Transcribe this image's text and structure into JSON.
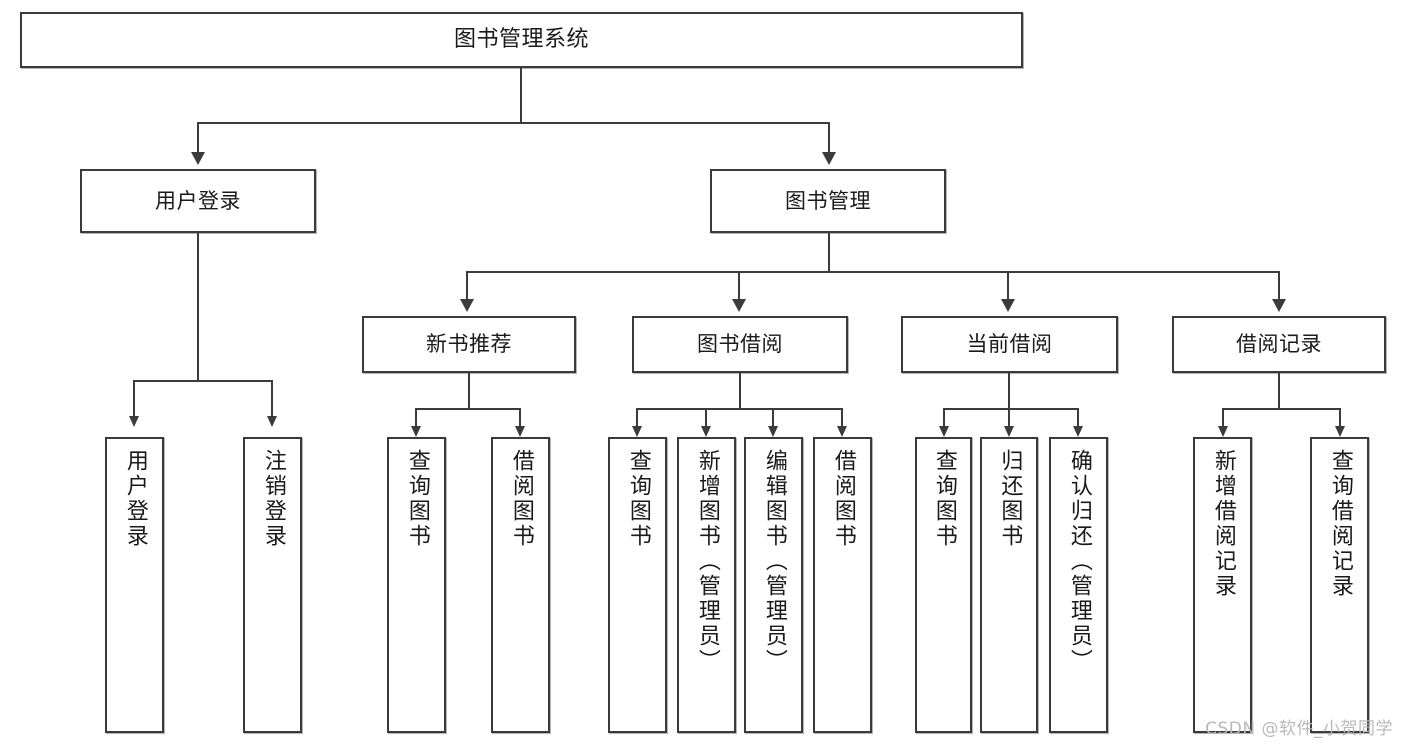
{
  "diagram": {
    "type": "tree",
    "title": "图书管理系统",
    "root": {
      "id": "root",
      "label": "图书管理系统"
    },
    "level2": [
      {
        "id": "user-login",
        "label": "用户登录"
      },
      {
        "id": "book-manage",
        "label": "图书管理"
      }
    ],
    "level3": [
      {
        "id": "new-book-recommend",
        "label": "新书推荐"
      },
      {
        "id": "book-borrow",
        "label": "图书借阅"
      },
      {
        "id": "current-borrow",
        "label": "当前借阅"
      },
      {
        "id": "borrow-record",
        "label": "借阅记录"
      }
    ],
    "leaves": {
      "user_login": [
        {
          "id": "leaf-user-login",
          "label": "用户登录"
        },
        {
          "id": "leaf-logout",
          "label": "注销登录"
        }
      ],
      "new_book_recommend": [
        {
          "id": "leaf-query-book-1",
          "label": "查询图书"
        },
        {
          "id": "leaf-borrow-book-1",
          "label": "借阅图书"
        }
      ],
      "book_borrow": [
        {
          "id": "leaf-query-book-2",
          "label": "查询图书"
        },
        {
          "id": "leaf-add-book",
          "label": "新增图书（管理员）"
        },
        {
          "id": "leaf-edit-book",
          "label": "编辑图书（管理员）"
        },
        {
          "id": "leaf-borrow-book-2",
          "label": "借阅图书"
        }
      ],
      "current_borrow": [
        {
          "id": "leaf-query-book-3",
          "label": "查询图书"
        },
        {
          "id": "leaf-return-book",
          "label": "归还图书"
        },
        {
          "id": "leaf-confirm-return",
          "label": "确认归还（管理员）"
        }
      ],
      "borrow_record": [
        {
          "id": "leaf-add-record",
          "label": "新增借阅记录"
        },
        {
          "id": "leaf-query-record",
          "label": "查询借阅记录"
        }
      ]
    }
  },
  "watermark": {
    "text": "CSDN @软件_小贺同学"
  },
  "colors": {
    "stroke": "#3b3b3b",
    "background": "#ffffff",
    "text": "#1a1a1a",
    "watermark": "#b9b9b9"
  }
}
